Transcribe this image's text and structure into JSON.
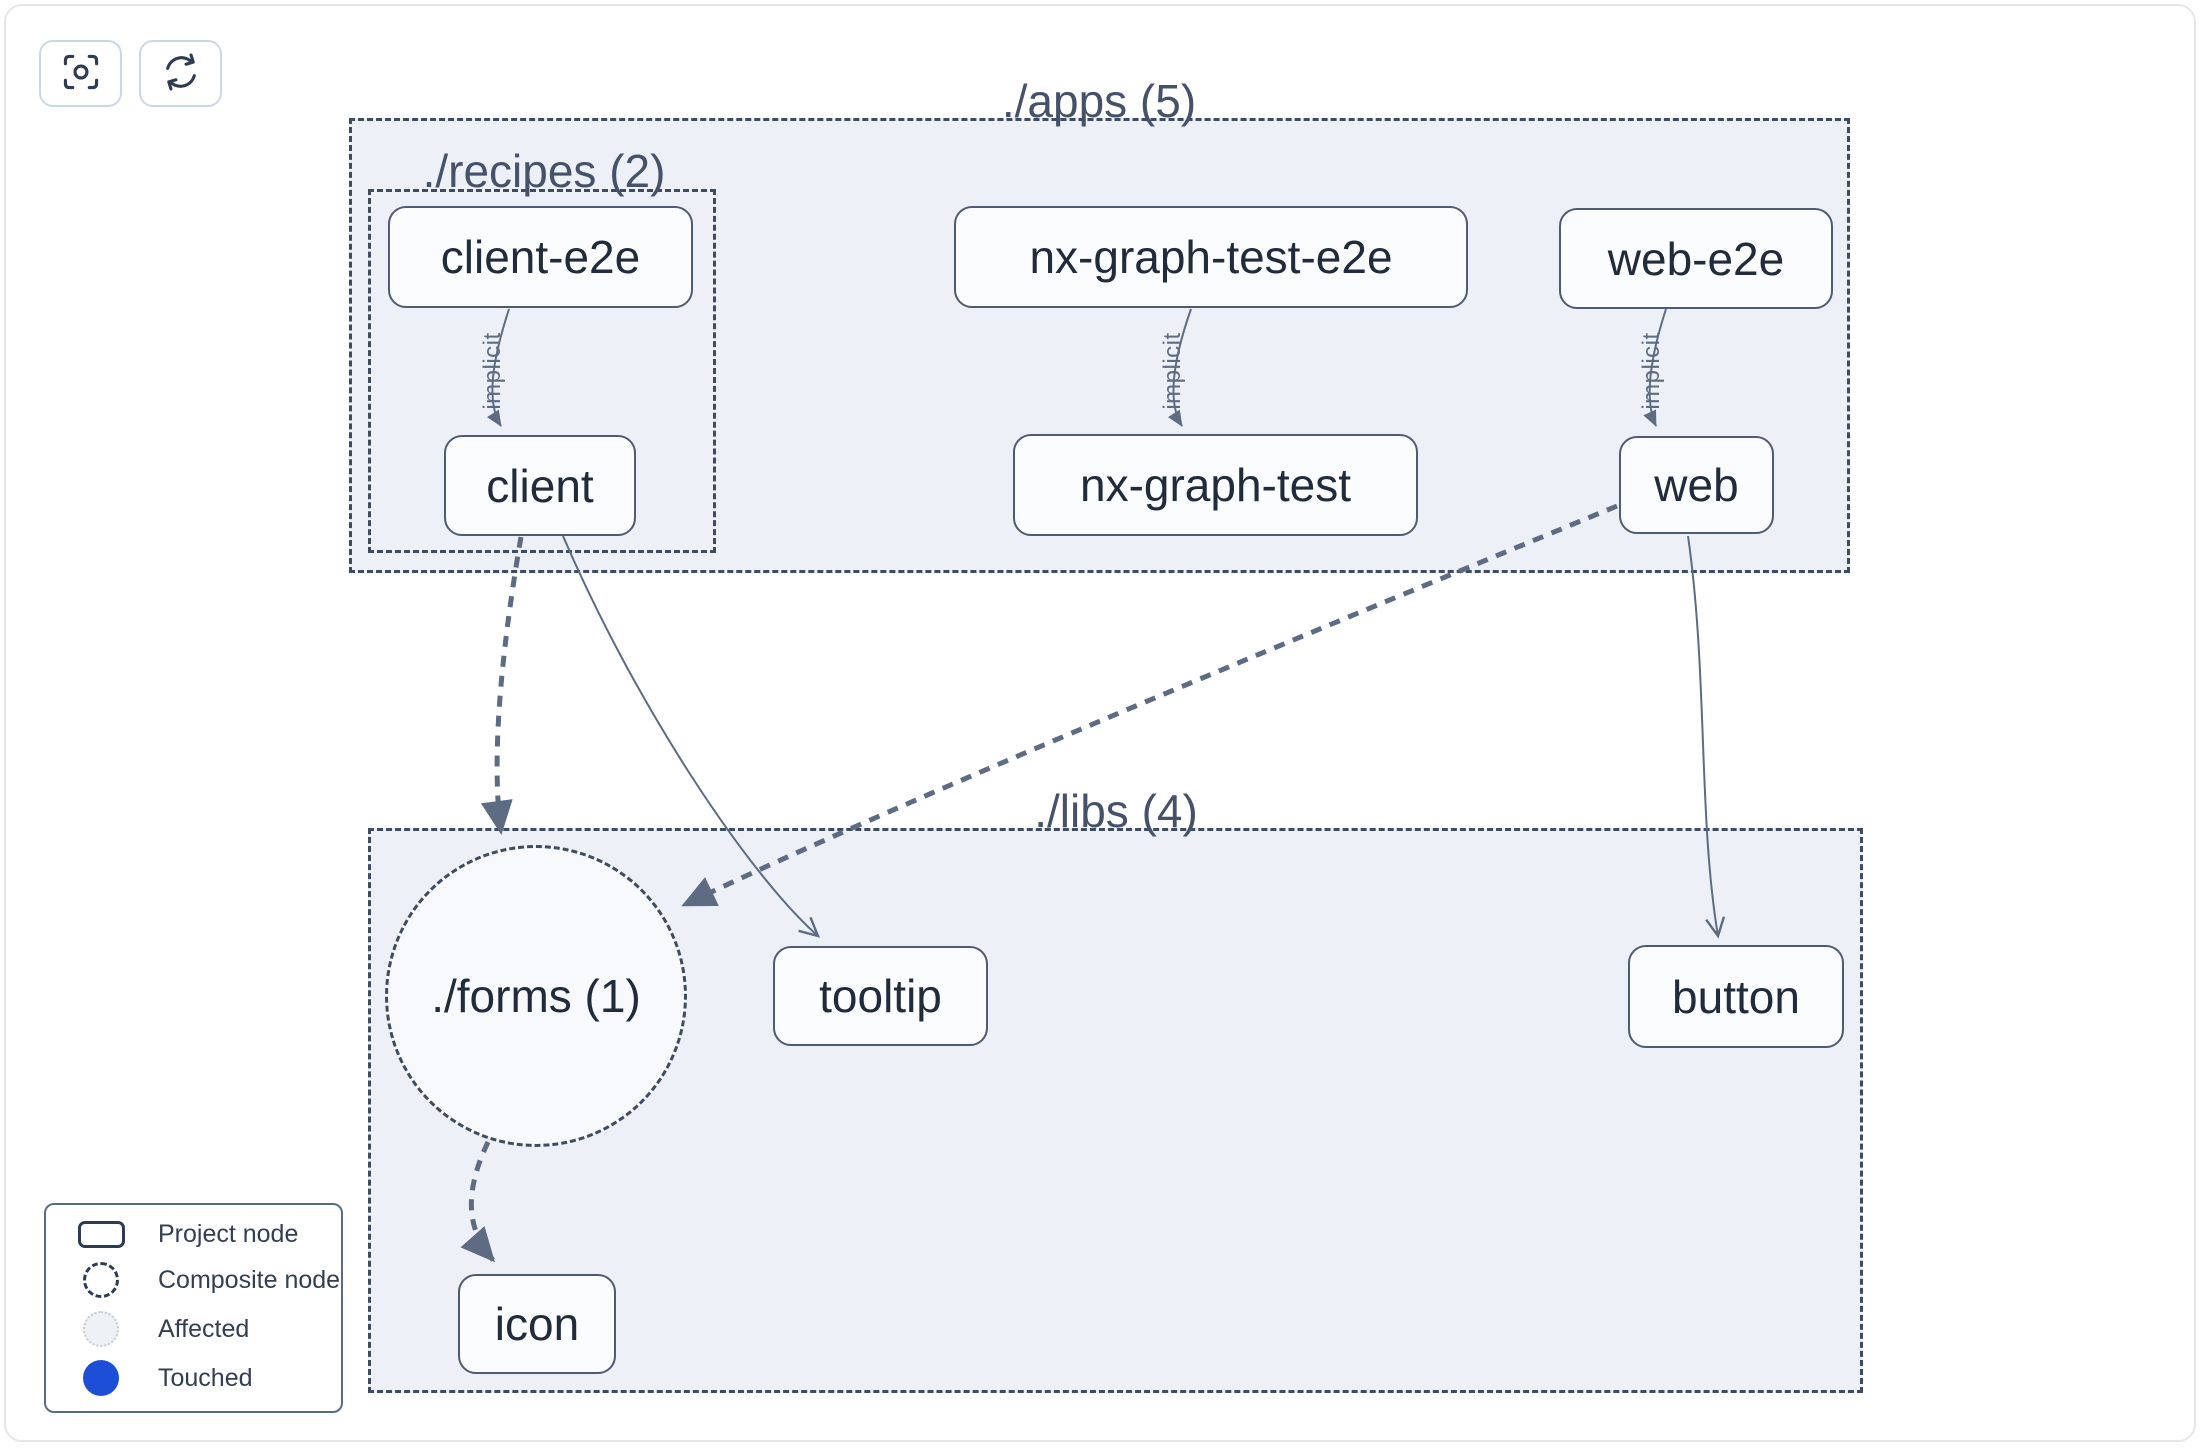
{
  "toolbar": {
    "buttons": [
      {
        "icon": "center-graph-icon"
      },
      {
        "icon": "refresh-icon"
      }
    ]
  },
  "groups": {
    "apps": {
      "label": "./apps (5)"
    },
    "recipes": {
      "label": "./recipes (2)"
    },
    "libs": {
      "label": "./libs (4)"
    },
    "forms": {
      "label": "./forms (1)"
    }
  },
  "nodes": {
    "client_e2e": {
      "label": "client-e2e"
    },
    "client": {
      "label": "client"
    },
    "nx_graph_test_e2e": {
      "label": "nx-graph-test-e2e"
    },
    "nx_graph_test": {
      "label": "nx-graph-test"
    },
    "web_e2e": {
      "label": "web-e2e"
    },
    "web": {
      "label": "web"
    },
    "tooltip": {
      "label": "tooltip"
    },
    "button": {
      "label": "button"
    },
    "icon": {
      "label": "icon"
    }
  },
  "edges": [
    {
      "from": "client-e2e",
      "to": "client",
      "label": "implicit",
      "style": "solid-thin"
    },
    {
      "from": "nx-graph-test-e2e",
      "to": "nx-graph-test",
      "label": "implicit",
      "style": "solid-thin"
    },
    {
      "from": "web-e2e",
      "to": "web",
      "label": "implicit",
      "style": "solid-thin"
    },
    {
      "from": "client",
      "to": "./forms",
      "label": "",
      "style": "dashed-thick"
    },
    {
      "from": "client",
      "to": "tooltip",
      "label": "",
      "style": "solid-thin"
    },
    {
      "from": "web",
      "to": "./forms",
      "label": "",
      "style": "dashed-thick"
    },
    {
      "from": "web",
      "to": "button",
      "label": "",
      "style": "solid-thin"
    },
    {
      "from": "./forms",
      "to": "icon",
      "label": "",
      "style": "dashed-thick"
    }
  ],
  "legend": {
    "items": [
      {
        "label": "Project node",
        "marker": "project-rect"
      },
      {
        "label": "Composite node",
        "marker": "composite-dashed-circle"
      },
      {
        "label": "Affected",
        "marker": "affected-circle"
      },
      {
        "label": "Touched",
        "marker": "touched-circle"
      }
    ]
  },
  "colors": {
    "touched_blue": "#1d4ed8",
    "group_fill": "#edf1f7",
    "edge_slate": "#5d6b83",
    "node_border": "#4f5b73"
  }
}
